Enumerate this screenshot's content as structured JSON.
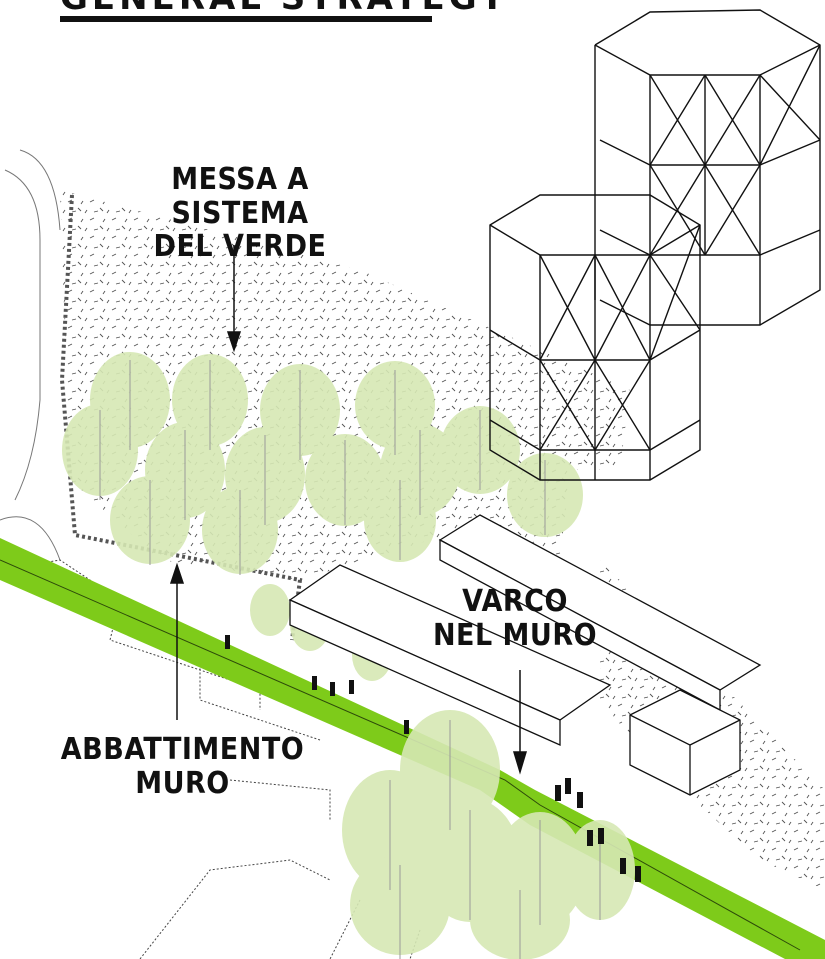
{
  "title": "GENERAL STRATEGY",
  "labels": {
    "green": [
      "MESSA A SISTEMA",
      "DEL VERDE"
    ],
    "gap": [
      "VARCO",
      "NEL MURO"
    ],
    "demolition": [
      "ABBATTIMENTO",
      "MURO"
    ]
  },
  "colors": {
    "path_green": "#7ecb1a",
    "tree_fill": "#d6e8b4",
    "ink": "#111111"
  }
}
